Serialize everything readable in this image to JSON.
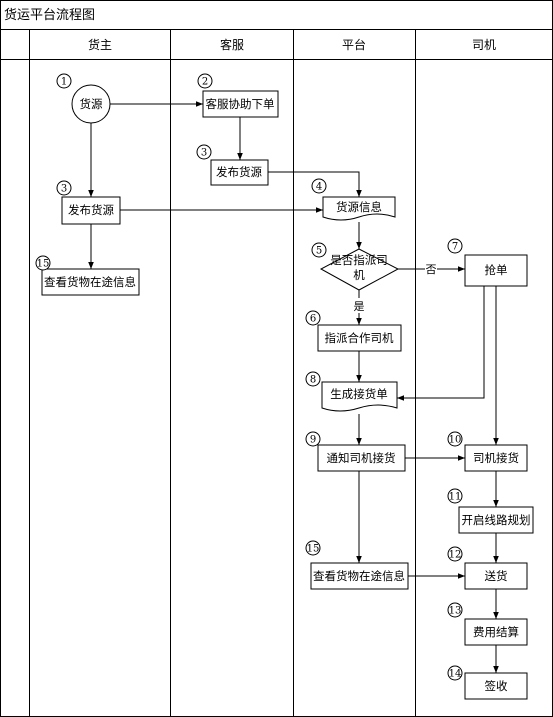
{
  "title": "货运平台流程图",
  "lanes": [
    "货主",
    "客服",
    "平台",
    "司机"
  ],
  "nodes": {
    "source": {
      "num": "1",
      "label": "货源"
    },
    "cs_assist": {
      "num": "2",
      "label": "客服协助下单"
    },
    "cs_publish": {
      "num": "3",
      "label": "发布货源"
    },
    "owner_publish": {
      "num": "3",
      "label": "发布货源"
    },
    "owner_track": {
      "num": "15",
      "label": "查看货物在途信息"
    },
    "source_info": {
      "num": "4",
      "label": "货源信息"
    },
    "designated": {
      "num": "5",
      "label_line1": "是否指派司",
      "label_line2": "机"
    },
    "assign_driver": {
      "num": "6",
      "label": "指派合作司机"
    },
    "gen_order": {
      "num": "8",
      "label": "生成接货单"
    },
    "notify": {
      "num": "9",
      "label": "通知司机接货"
    },
    "platform_track": {
      "num": "15",
      "label": "查看货物在途信息"
    },
    "grab": {
      "num": "7",
      "label": "抢单"
    },
    "driver_pickup": {
      "num": "10",
      "label": "司机接货"
    },
    "route": {
      "num": "11",
      "label": "开启线路规划"
    },
    "deliver": {
      "num": "12",
      "label": "送货"
    },
    "settle": {
      "num": "13",
      "label": "费用结算"
    },
    "sign": {
      "num": "14",
      "label": "签收"
    }
  },
  "edge_labels": {
    "no": "否",
    "yes": "是"
  }
}
